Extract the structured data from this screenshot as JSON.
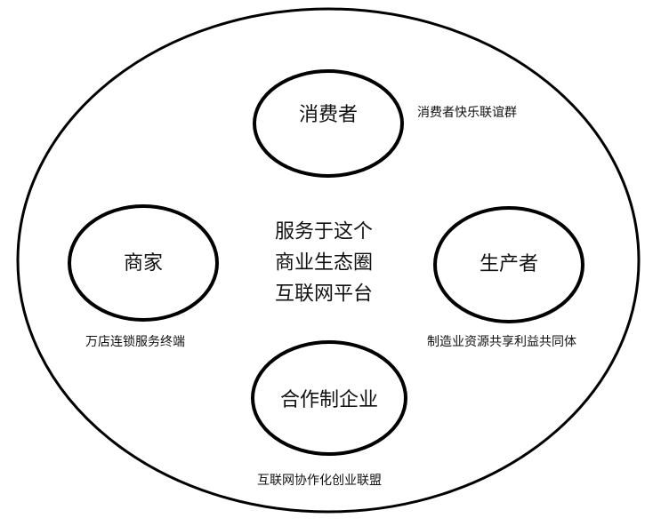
{
  "diagram": {
    "center_lines": [
      "服务于这个",
      "商业生态圈",
      "互联网平台"
    ],
    "nodes": [
      {
        "id": "consumer",
        "label": "消费者",
        "note": "消费者快乐联谊群"
      },
      {
        "id": "merchant",
        "label": "商家",
        "note": "万店连锁服务终端"
      },
      {
        "id": "producer",
        "label": "生产者",
        "note": "制造业资源共享利益共同体"
      },
      {
        "id": "partner",
        "label": "合作制企业",
        "note": "互联网协作化创业联盟"
      }
    ],
    "colors": {
      "stroke": "#000000",
      "background": "#ffffff",
      "text": "#111111"
    }
  }
}
